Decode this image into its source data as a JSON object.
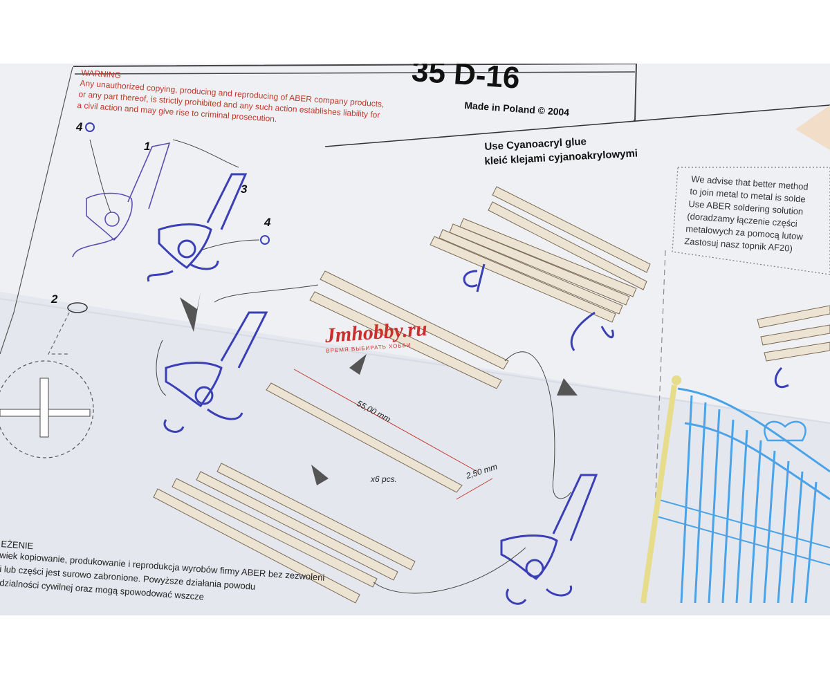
{
  "header": {
    "code": "35 D-16",
    "made_in": "Made in Poland  © 2004"
  },
  "warning": {
    "title": "WARNING",
    "lines": [
      "Any unauthorized copying, producing and reproducing of ABER company products,",
      "or any part thereof, is strictly prohibited and any such action establishes liability for",
      "a civil action and may give rise to criminal prosecution."
    ]
  },
  "glue_note": {
    "line1": "Use Cyanoacryl glue",
    "line2": "kleić klejami cyjanoakrylowymi"
  },
  "advice_box": {
    "lines": [
      "We advise that better method",
      "to join metal to metal is solde",
      "Use ABER soldering solution",
      "(doradzamy łączenie części",
      "metalowych za pomocą lutow",
      "Zastosuj nasz topnik AF20)"
    ]
  },
  "step_labels": {
    "n1": "1",
    "n2": "2",
    "n3": "3",
    "n4a": "4",
    "n4b": "4"
  },
  "dimensions": {
    "length": "55,00 mm",
    "width": "2,50 mm",
    "quantity": "x6 pcs."
  },
  "polish_warning": {
    "title": "EŻENIE",
    "lines": [
      "wiek kopiowanie, produkowanie i reprodukcja wyrobów firmy ABER bez zezwoleni",
      "i lub części jest surowo zabronione. Powyższe działania powodu",
      "dzialności cywilnej oraz mogą spowodować wszcze"
    ]
  },
  "watermark": {
    "brand": "Jmhobby.ru",
    "tagline": "ВРЕМЯ ВЫБИРАТЬ ХОББИ"
  },
  "colors": {
    "metal_part": "#3b3fb5",
    "wood_slat": "#ede3d2",
    "warning_text": "#c0392b",
    "fence_blue": "#4aa3e8",
    "post_yellow": "#e6dc8a"
  }
}
